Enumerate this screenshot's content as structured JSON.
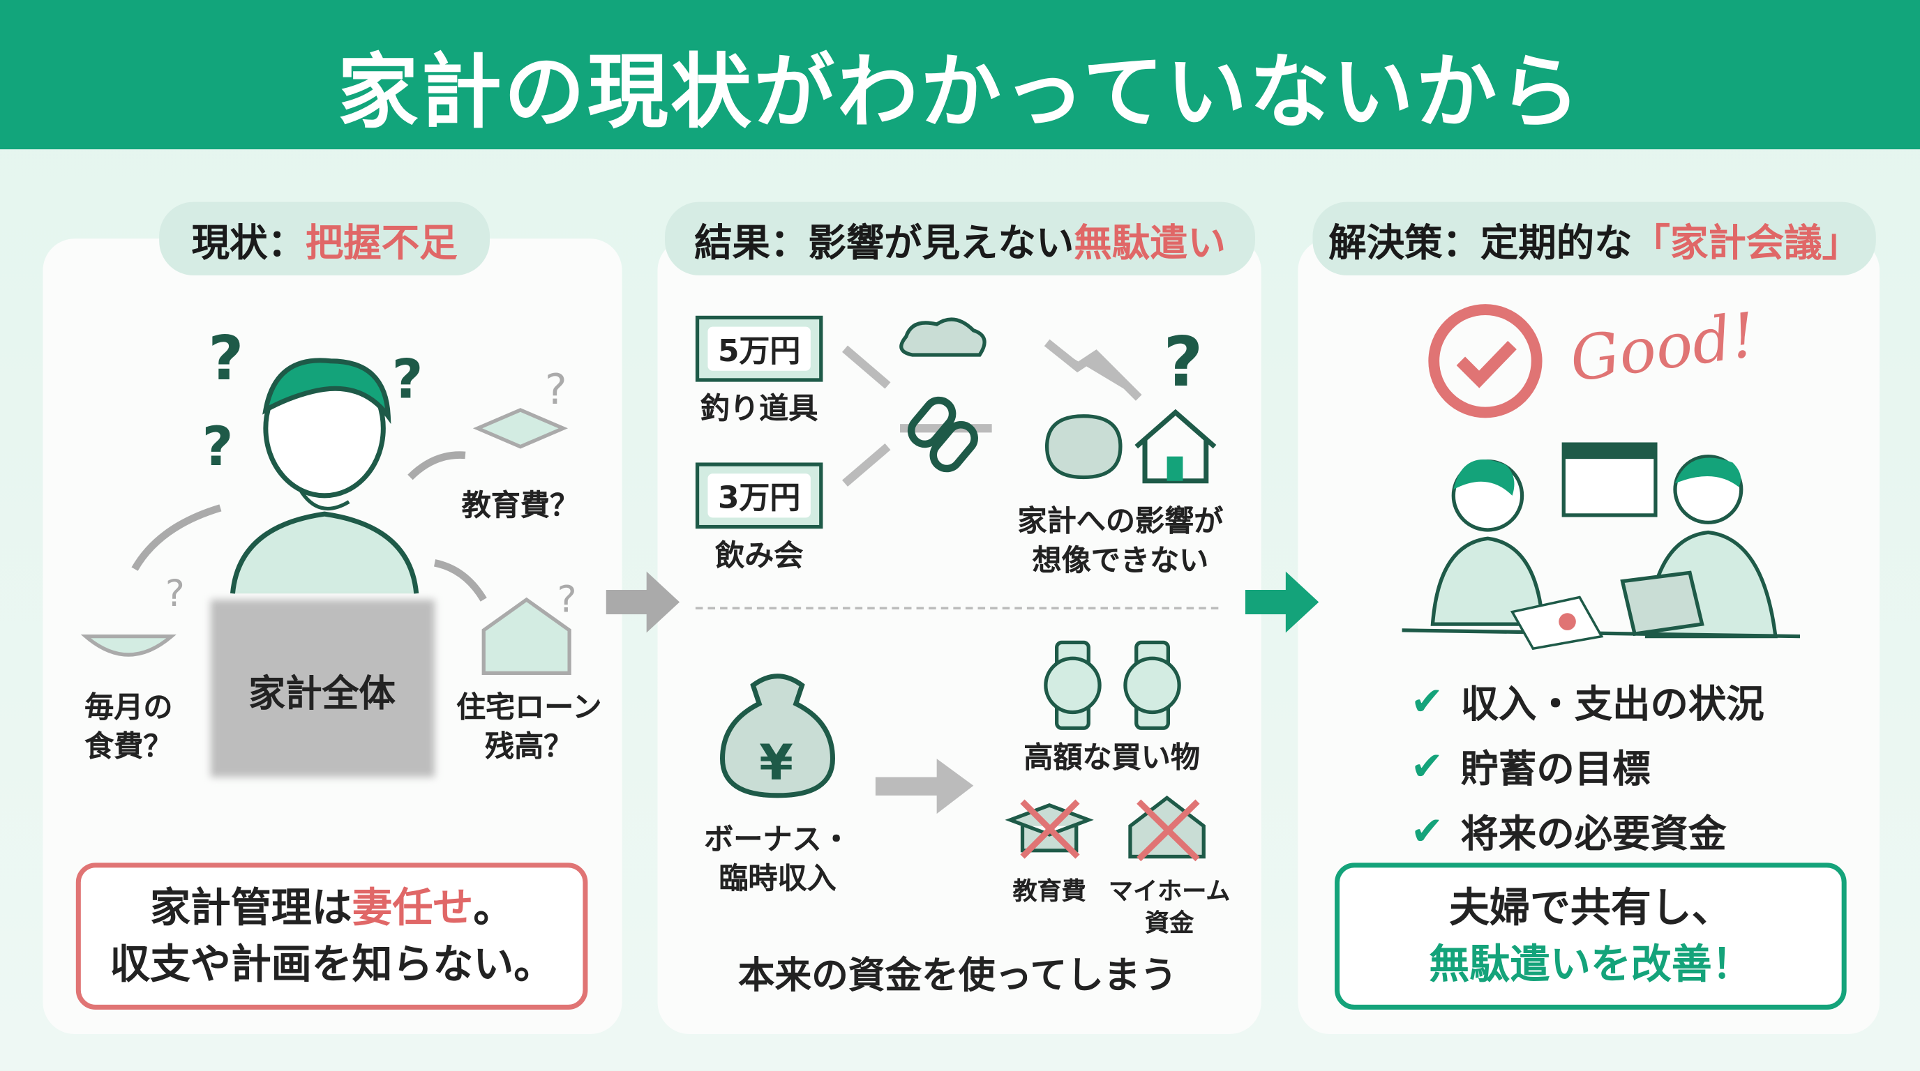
{
  "title": "家計の現状がわかっていないから",
  "panels": {
    "current": {
      "heading_prefix": "現状：",
      "heading_highlight": "把握不足",
      "center_label": "家計全体",
      "education": "教育費？",
      "food_line1": "毎月の",
      "food_line2": "食費？",
      "loan_line1": "住宅ローン",
      "loan_line2": "残高？",
      "note_line1_prefix": "家計管理は",
      "note_line1_highlight": "妻任せ",
      "note_line1_suffix": "。",
      "note_line2": "収支や計画を知らない。"
    },
    "result": {
      "heading_prefix": "結果：影響が見えない",
      "heading_highlight": "無駄遣い",
      "bill1": "5万円",
      "bill1_label": "釣り道具",
      "bill2": "3万円",
      "bill2_label": "飲み会",
      "impact_line1": "家計への影響が",
      "impact_line2": "想像できない",
      "bonus_line1": "ボーナス・",
      "bonus_line2": "臨時収入",
      "purchase": "高額な買い物",
      "lost_education": "教育費",
      "lost_home_line1": "マイホーム",
      "lost_home_line2": "資金",
      "conclusion": "本来の資金を使ってしまう"
    },
    "solution": {
      "heading_prefix": "解決策：定期的な",
      "heading_highlight": "「家計会議」",
      "good": "Good!",
      "checks": [
        "収入・支出の状況",
        "貯蓄の目標",
        "将来の必要資金"
      ],
      "note_line1": "夫婦で共有し、",
      "note_line2": "無駄遣いを改善！"
    }
  },
  "colors": {
    "brand": "#12a57b",
    "accent": "#e06767",
    "dark": "#1e5a48"
  }
}
